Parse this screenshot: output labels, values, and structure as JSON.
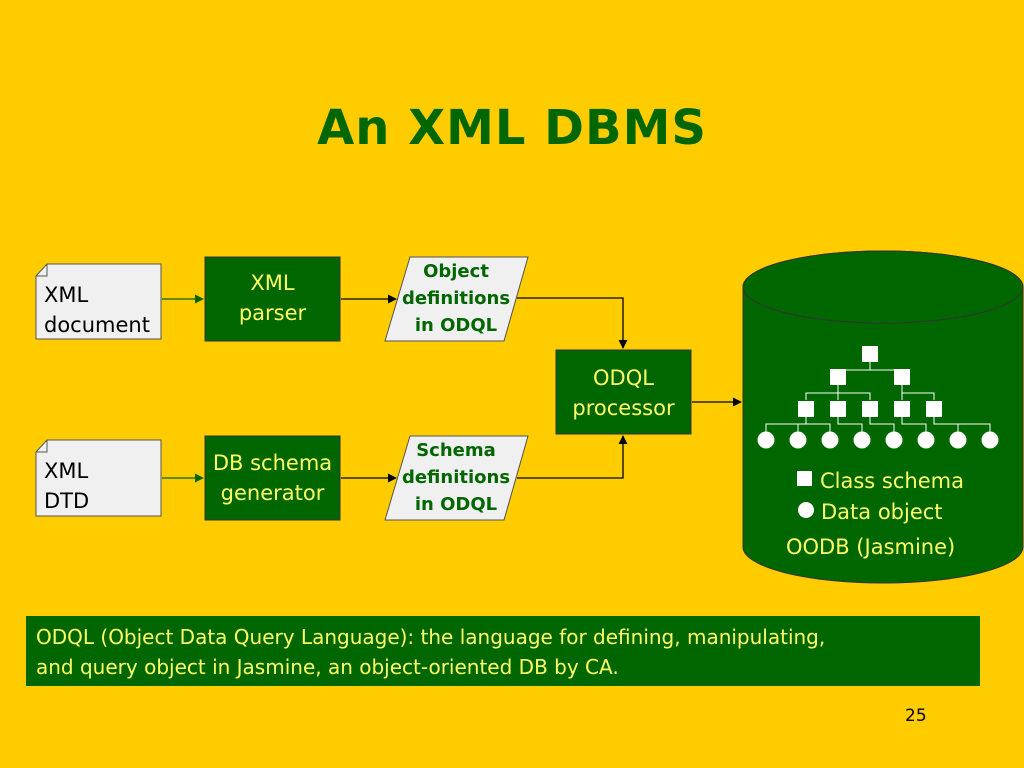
{
  "slide": {
    "title": "An XML DBMS",
    "page_number": "25"
  },
  "nodes": {
    "xml_document": {
      "line1": "XML",
      "line2": "document"
    },
    "xml_dtd": {
      "line1": "XML",
      "line2": "DTD"
    },
    "xml_parser": {
      "line1": "XML",
      "line2": "parser"
    },
    "db_schema_generator": {
      "line1": "DB schema",
      "line2": "generator"
    },
    "object_definitions": {
      "line1": "Object",
      "line2": "definitions",
      "line3": "in ODQL"
    },
    "schema_definitions": {
      "line1": "Schema",
      "line2": "definitions",
      "line3": "in ODQL"
    },
    "odql_processor": {
      "line1": "ODQL",
      "line2": "processor"
    }
  },
  "database": {
    "legend_class": "Class schema",
    "legend_object": "Data object",
    "label": "OODB (Jasmine)"
  },
  "note": {
    "line1": "ODQL (Object Data Query Language): the language for defining, manipulating,",
    "line2": "and query object in Jasmine, an object-oriented DB by CA."
  },
  "colors": {
    "background": "#ffcc00",
    "dark_green": "#006600",
    "label_yellow": "#ffff66",
    "paper_white": "#f0f0f0"
  }
}
